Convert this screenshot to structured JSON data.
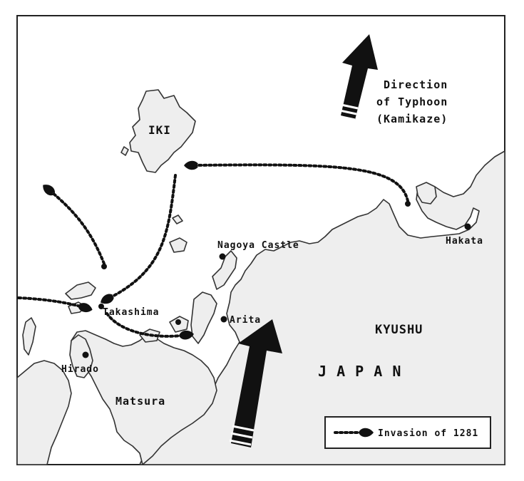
{
  "map": {
    "labels": {
      "iki": "IKI",
      "direction_line1": "Direction",
      "direction_line2": "of Typhoon",
      "direction_line3": "(Kamikaze)",
      "nagoya_castle": "Nagoya Castle",
      "hakata": "Hakata",
      "takashima": "Takashima",
      "arita": "Arita",
      "kyushu": "KYUSHU",
      "japan": "J A P A N",
      "hirado": "Hirado",
      "matsura": "Matsura"
    },
    "legend": {
      "label": "Invasion of 1281"
    },
    "colors": {
      "background": "#ffffff",
      "land": "#eeeeee",
      "ink": "#111111",
      "coast": "#333333"
    }
  }
}
